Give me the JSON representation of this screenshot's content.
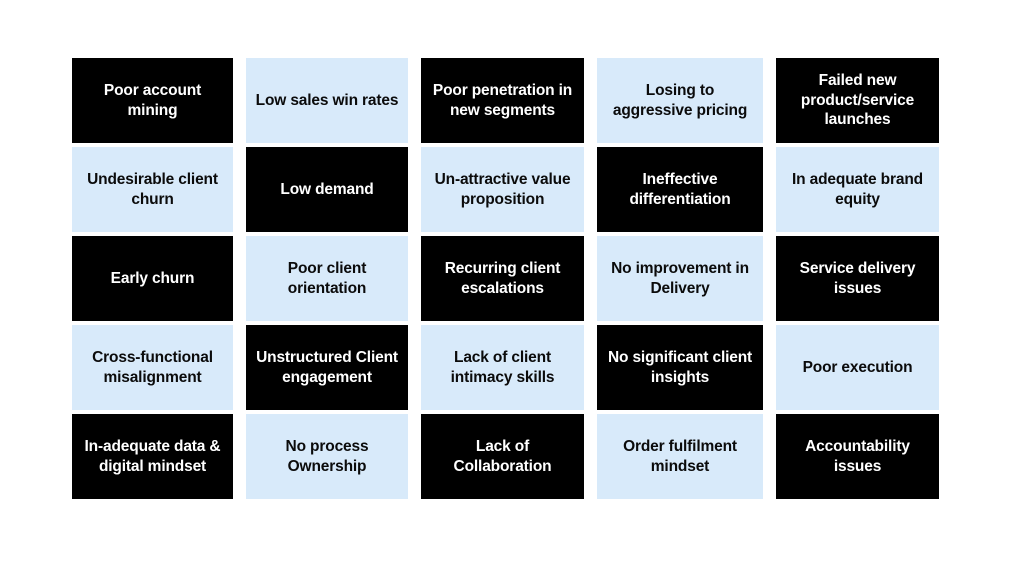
{
  "theme": {
    "page_background": "#ffffff",
    "dark_cell_background": "#000000",
    "dark_cell_text": "#ffffff",
    "light_cell_background": "#d8eafa",
    "light_cell_text": "#0b0b0b"
  },
  "matrix": {
    "rows": 5,
    "columns": 5,
    "cells": [
      {
        "row": 1,
        "col": 1,
        "style": "dark",
        "label": "Poor account mining"
      },
      {
        "row": 1,
        "col": 2,
        "style": "light",
        "label": "Low sales win rates"
      },
      {
        "row": 1,
        "col": 3,
        "style": "dark",
        "label": "Poor penetration in new segments"
      },
      {
        "row": 1,
        "col": 4,
        "style": "light",
        "label": "Losing to aggressive pricing"
      },
      {
        "row": 1,
        "col": 5,
        "style": "dark",
        "label": "Failed new product/service launches"
      },
      {
        "row": 2,
        "col": 1,
        "style": "light",
        "label": "Undesirable client churn"
      },
      {
        "row": 2,
        "col": 2,
        "style": "dark",
        "label": "Low demand"
      },
      {
        "row": 2,
        "col": 3,
        "style": "light",
        "label": "Un-attractive value proposition"
      },
      {
        "row": 2,
        "col": 4,
        "style": "dark",
        "label": "Ineffective differentiation"
      },
      {
        "row": 2,
        "col": 5,
        "style": "light",
        "label": "In adequate brand equity"
      },
      {
        "row": 3,
        "col": 1,
        "style": "dark",
        "label": "Early churn"
      },
      {
        "row": 3,
        "col": 2,
        "style": "light",
        "label": "Poor client orientation"
      },
      {
        "row": 3,
        "col": 3,
        "style": "dark",
        "label": "Recurring client escalations"
      },
      {
        "row": 3,
        "col": 4,
        "style": "light",
        "label": "No improvement in Delivery"
      },
      {
        "row": 3,
        "col": 5,
        "style": "dark",
        "label": "Service delivery issues"
      },
      {
        "row": 4,
        "col": 1,
        "style": "light",
        "label": "Cross-functional misalignment"
      },
      {
        "row": 4,
        "col": 2,
        "style": "dark",
        "label": "Unstructured Client engagement"
      },
      {
        "row": 4,
        "col": 3,
        "style": "light",
        "label": "Lack of client intimacy skills"
      },
      {
        "row": 4,
        "col": 4,
        "style": "dark",
        "label": "No significant client insights"
      },
      {
        "row": 4,
        "col": 5,
        "style": "light",
        "label": "Poor execution"
      },
      {
        "row": 5,
        "col": 1,
        "style": "dark",
        "label": "In-adequate data & digital mindset"
      },
      {
        "row": 5,
        "col": 2,
        "style": "light",
        "label": "No process Ownership"
      },
      {
        "row": 5,
        "col": 3,
        "style": "dark",
        "label": "Lack of Collaboration"
      },
      {
        "row": 5,
        "col": 4,
        "style": "light",
        "label": "Order fulfilment mindset"
      },
      {
        "row": 5,
        "col": 5,
        "style": "dark",
        "label": "Accountability issues"
      }
    ]
  }
}
